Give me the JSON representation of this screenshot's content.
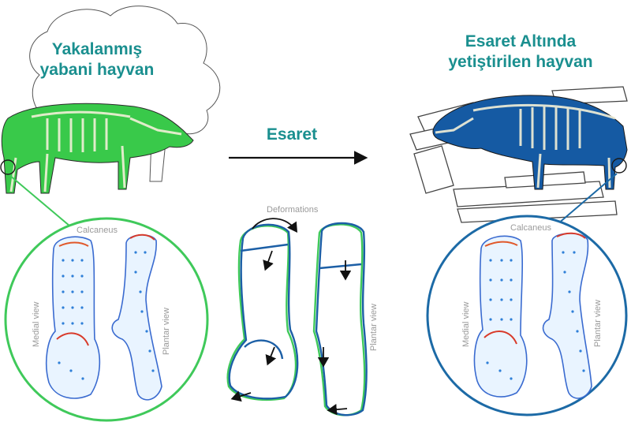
{
  "colors": {
    "title_text": "#1a8f8f",
    "wild": "#39c94a",
    "captive": "#155aa3",
    "arrow": "#111111",
    "outline": "#333333",
    "circle_wild": "#3fc95a",
    "circle_captive": "#1c6aa6"
  },
  "left_title_line1": "Yakalanmış",
  "left_title_line2": "yabani hayvan",
  "right_title_line1": "Esaret Altında",
  "right_title_line2": "yetiştirilen hayvan",
  "center_label": "Esaret",
  "deformations_label": "Deformations",
  "left_circle": {
    "bone_label": "Calcaneus",
    "medial_label": "Medial view",
    "plantar_label": "Plantar view"
  },
  "right_circle": {
    "bone_label": "Calcaneus",
    "medial_label": "Medial view",
    "plantar_label": "Plantar view"
  },
  "center_plantar_label": "Plantar view",
  "icons": [
    "tree-icon",
    "wild-boar-icon",
    "captive-boar-icon",
    "enclosure-fence-icon",
    "arrow-right-icon"
  ]
}
